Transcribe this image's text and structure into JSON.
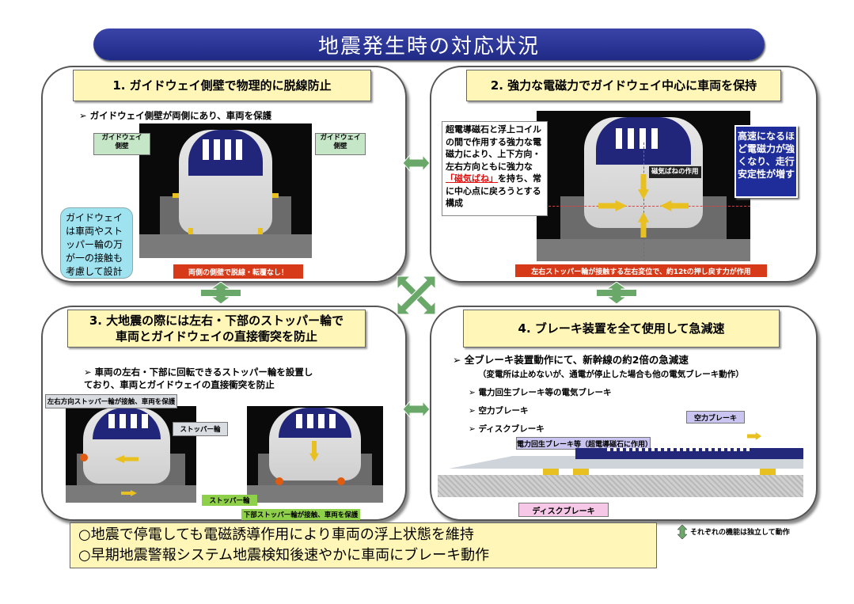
{
  "title": "地震発生時の対応状況",
  "panel1": {
    "title": "1. ガイドウェイ側壁で物理的に脱線防止",
    "bullet": "ガイドウェイ側壁が両側にあり、車両を保護",
    "callout_left": "ガイドウェイ\n側壁",
    "callout_right": "ガイドウェイ\n側壁",
    "note": "ガイドウェイは車両やストッパー輪の万が一の接触も考慮して設計",
    "red_label": "両側の側壁で脱線・転覆なし！"
  },
  "panel2": {
    "title": "2. 強力な電磁力でガイドウェイ中心に車両を保持",
    "text_pre": "超電導磁石と浮上コイルの間で作用する強力な電磁力により、上下方向・左右方向ともに強力な",
    "text_red": "「磁気ばね」",
    "text_post": "を持ち、常に中心点に戻ろうとする構成",
    "blue_note": "高速になるほど電磁力が強くなり、走行安定性が増す",
    "small_label": "磁気ばねの作用",
    "red_label": "左右ストッパー輪が接触する左右変位で、約12tの押し戻す力が作用"
  },
  "panel3": {
    "title": "3. 大地震の際には左右・下部のストッパー輪で\n車両とガイドウェイの直接衝突を防止",
    "bullet": "車両の左右・下部に回転できるストッパー輪を設置しており、車両とガイドウェイの直接衝突を防止",
    "gray_label1": "左右方向ストッパー輪が接触、車両を保護",
    "gray_label2": "ストッパー輪",
    "green_label1": "ストッパー輪",
    "green_label2": "下部ストッパー輪が接触、車両を保護"
  },
  "panel4": {
    "title": "4. ブレーキ装置を全て使用して急減速",
    "bullet": "全ブレーキ装置動作にて、新幹線の約2倍の急減速",
    "sub": "（変電所は止めないが、通電が停止した場合も他の電気ブレーキ動作）",
    "items": [
      "電力回生ブレーキ等の電気ブレーキ",
      "空力ブレーキ",
      "ディスクブレーキ"
    ],
    "label_aero": "空力ブレーキ",
    "label_regen": "電力回生ブレーキ等（超電導磁石に作用）",
    "label_disc": "ディスクブレーキ"
  },
  "bottom": {
    "line1": "○地震で停電しても電磁誘導作用により車両の浮上状態を維持",
    "line2": "○早期地震警報システム地震検知後速やかに車両にブレーキ動作"
  },
  "legend": "それぞれの機能は独立して動作",
  "colors": {
    "title_bg": "#1f2a86",
    "panel_title_bg": "#fff6b8",
    "red_label": "#d63a18",
    "arrow_green": "#6aa86a"
  }
}
